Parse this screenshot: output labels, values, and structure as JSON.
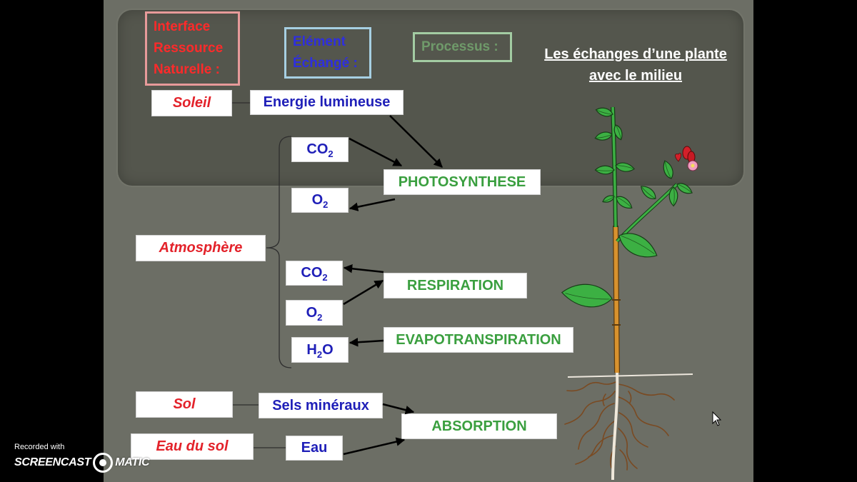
{
  "recording": {
    "watermark_caption": "Recorded with",
    "brand_left": "SCREENCAST",
    "brand_right": "MATIC",
    "brand_icon": "record-circle-icon",
    "cursor_icon": "mouse-cursor-icon"
  },
  "slide": {
    "title": [
      "Les échanges d’une plante",
      "avec le milieu"
    ],
    "legend": {
      "resource": [
        "Interface",
        "Ressource",
        "Naturelle :"
      ],
      "element": [
        "Elément",
        "Échangé :"
      ],
      "process": [
        "Processus :"
      ]
    },
    "resources": {
      "sun": "Soleil",
      "atmosphere": "Atmosphère",
      "soil": "Sol",
      "soil_water": "Eau du sol"
    },
    "elements": {
      "light_energy": "Energie lumineuse",
      "co2_in": {
        "base": "CO",
        "sub": "2"
      },
      "o2_out": {
        "base": "O",
        "sub": "2"
      },
      "co2_out": {
        "base": "CO",
        "sub": "2"
      },
      "o2_in": {
        "base": "O",
        "sub": "2"
      },
      "h2o_out": {
        "base": "H",
        "sub": "2",
        "tail": "O"
      },
      "minerals": "Sels minéraux",
      "water": "Eau"
    },
    "processes": {
      "photosynthesis": "PHOTOSYNTHESE",
      "respiration": "RESPIRATION",
      "evapotranspiration": "EVAPOTRANSPIRATION",
      "absorption": "ABSORPTION"
    }
  },
  "colors": {
    "slide_background": "#6c6e65",
    "top_panel": "#54564d",
    "resource_text": "#e3222a",
    "element_text": "#1f1fb8",
    "process_text": "#3a9f3f",
    "legend_resource_border": "#e79a9a",
    "legend_element_border": "#a6cfe2",
    "legend_process_border": "#a3cca3",
    "legend_resource_text": "#ff2a2a",
    "legend_element_text": "#2e2ee0",
    "legend_process_text": "#6f9a6a"
  }
}
